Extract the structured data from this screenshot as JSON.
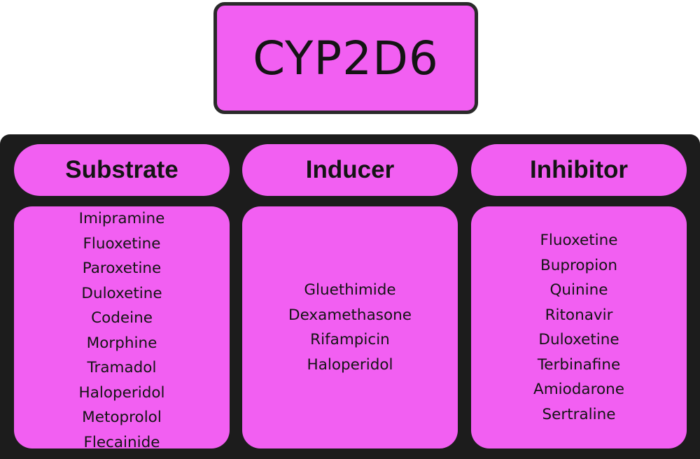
{
  "title": "CYP2D6",
  "columns": [
    {
      "header": "Substrate",
      "items": [
        "Imipramine",
        "Fluoxetine",
        "Paroxetine",
        "Duloxetine",
        "Codeine",
        "Morphine",
        "Tramadol",
        "Haloperidol",
        "Metoprolol",
        "Flecainide"
      ]
    },
    {
      "header": "Inducer",
      "items": [
        "Gluethimide",
        "Dexamethasone",
        "Rifampicin",
        "Haloperidol"
      ]
    },
    {
      "header": "Inhibitor",
      "items": [
        "Fluoxetine",
        "Bupropion",
        "Quinine",
        "Ritonavir",
        "Duloxetine",
        "Terbinafine",
        "Amiodarone",
        "Sertraline"
      ]
    }
  ],
  "colors": {
    "pink": "#f25ff2",
    "panel": "#1c1c1c",
    "border": "#2a2a2a",
    "text": "#141414"
  }
}
